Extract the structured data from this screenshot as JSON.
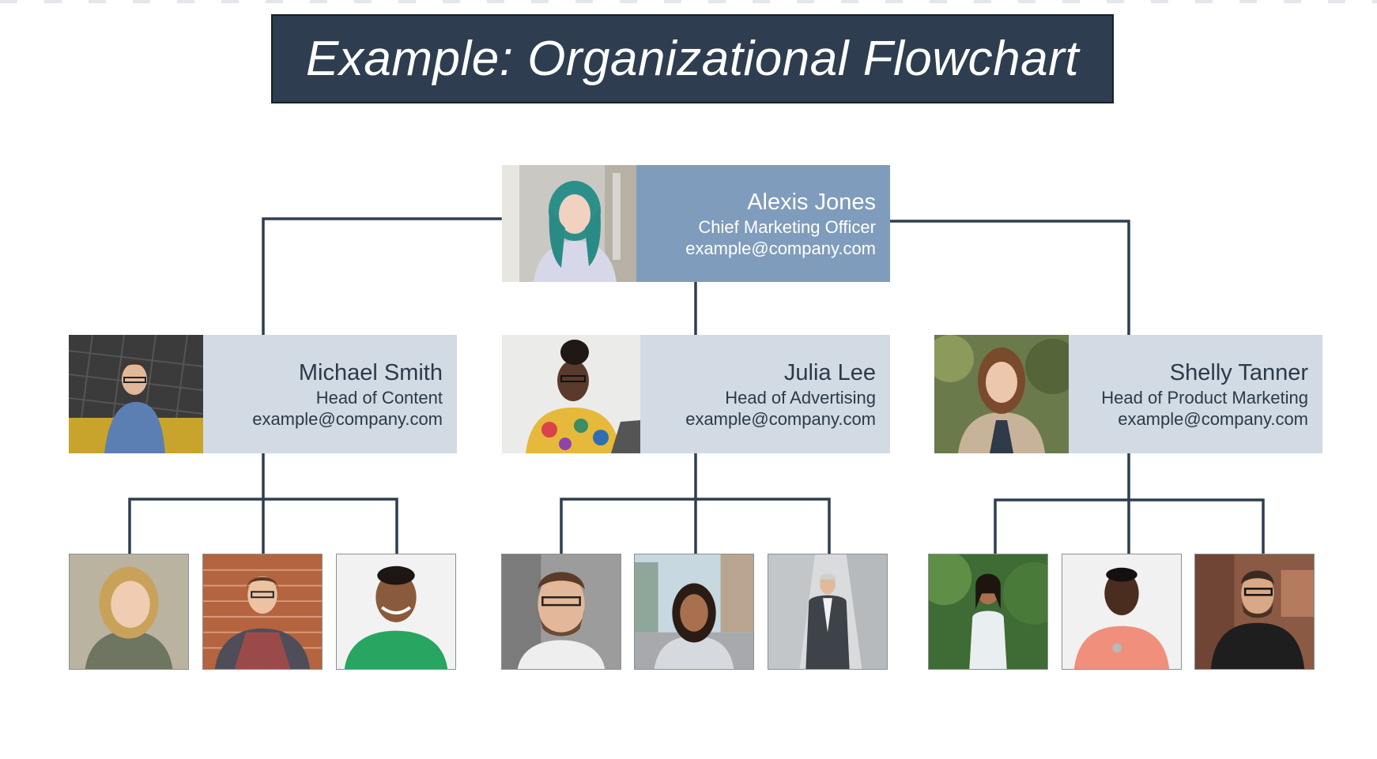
{
  "title": "Example: Organizational Flowchart",
  "colors": {
    "title_bg": "#2e3e50",
    "ceo_card": "#7f9cbc",
    "head_card": "#d2dae3",
    "connector": "#2e3e50"
  },
  "ceo": {
    "name": "Alexis Jones",
    "role": "Chief Marketing Officer",
    "email": "example@company.com",
    "photo": "woman-green-hair-photo"
  },
  "heads": [
    {
      "name": "Michael Smith",
      "role": "Head of Content",
      "email": "example@company.com",
      "photo": "man-glasses-denim-photo",
      "team": [
        "blonde-woman-photo",
        "man-brick-wall-photo",
        "man-science-tshirt-photo"
      ]
    },
    {
      "name": "Julia Lee",
      "role": "Head of Advertising",
      "email": "example@company.com",
      "photo": "woman-floral-top-photo",
      "team": [
        "bearded-man-glasses-photo",
        "woman-city-street-photo",
        "man-grey-suit-photo"
      ]
    },
    {
      "name": "Shelly Tanner",
      "role": "Head of Product Marketing",
      "email": "example@company.com",
      "photo": "woman-blazer-photo",
      "team": [
        "woman-garden-photo",
        "man-pink-shirt-photo",
        "man-turtleneck-photo"
      ]
    }
  ]
}
